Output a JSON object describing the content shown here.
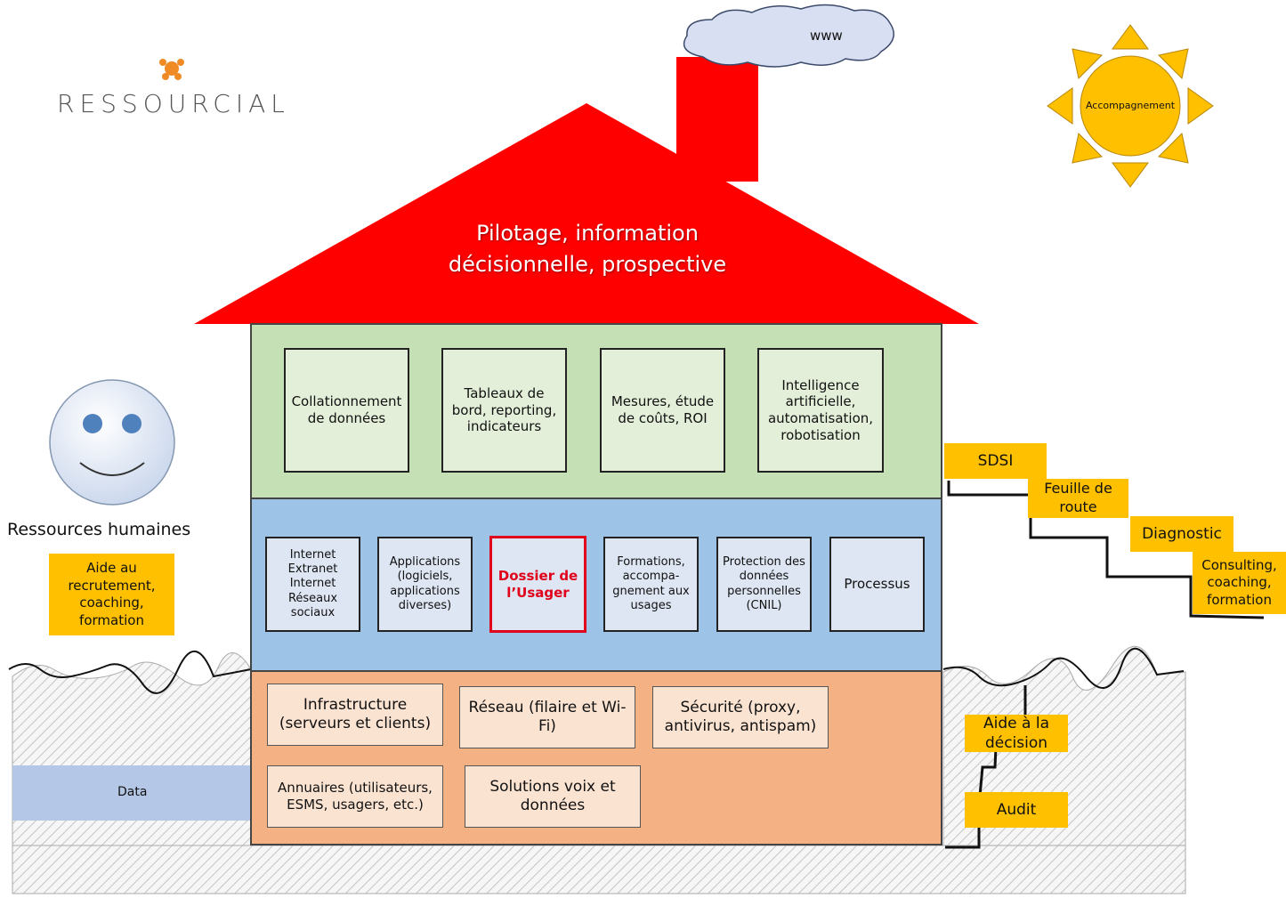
{
  "logo": {
    "name": "RESSOURCIAL"
  },
  "cloud": {
    "label": "www"
  },
  "sun": {
    "label": "Accompagnement"
  },
  "roof": {
    "line1": "Pilotage, information",
    "line2": "décisionnelle, prospective"
  },
  "upper_floor": {
    "items": [
      "Collationnement de données",
      "Tableaux de bord, reporting, indicateurs",
      "Mesures, étude de coûts, ROI",
      "Intelligence artificielle, automatisation, robotisation"
    ]
  },
  "middle_floor": {
    "items": [
      "Internet Extranet Internet Réseaux sociaux",
      "Applications (logiciels, applications diverses)",
      "Dossier de l’Usager",
      "Formations, accompa-gnement aux usages",
      "Protection des données personnelles (CNIL)",
      "Processus"
    ]
  },
  "ground_floor": {
    "items": [
      "Infrastructure (serveurs et clients)",
      "Réseau (filaire et Wi-Fi)",
      "Sécurité (proxy, antivirus, antispam)",
      "Annuaires (utilisateurs, ESMS, usagers, etc.)",
      "Solutions voix et données"
    ]
  },
  "data_label": "Data",
  "people": {
    "title": "Ressources humaines",
    "box": "Aide au recrutement, coaching, formation"
  },
  "stairs": [
    "SDSI",
    "Feuille de route",
    "Diagnostic",
    "Consulting, coaching, formation"
  ],
  "underground": [
    "Aide à la décision",
    "Audit"
  ],
  "colors": {
    "roof": "#ff0000",
    "chimney": "#ff0000",
    "upper_floor": "#c5e0b4",
    "middle_floor": "#9dc3e6",
    "ground_floor": "#f4b183",
    "label_boxes": "#ffc000",
    "sun": "#ffc000",
    "cloud": "#d9dff2",
    "highlight": "#e0001b"
  }
}
